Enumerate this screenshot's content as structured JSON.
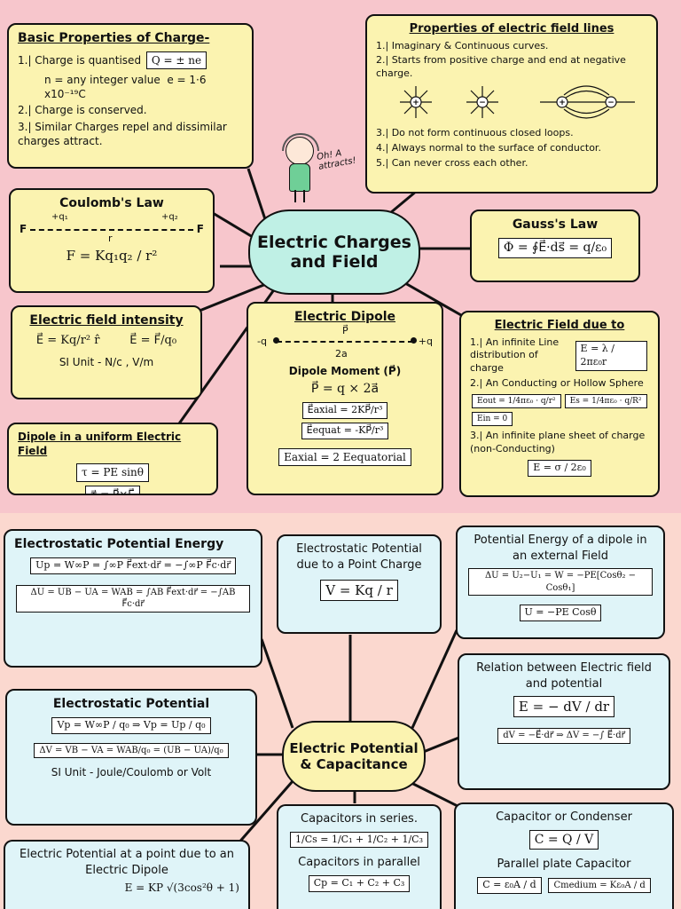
{
  "center_top": {
    "line1": "Electric Charges",
    "line2": "and Field"
  },
  "center_bottom": {
    "line1": "Electric Potential",
    "line2": "& Capacitance"
  },
  "girl_bubble": "Oh! A attracts!",
  "basic": {
    "title": "Basic Properties of Charge-",
    "items": [
      "1.| Charge is quantised",
      "n = any integer value",
      "2.| Charge is conserved.",
      "3.| Similar Charges repel and dissimilar charges attract."
    ],
    "q_formula": "Q = ± ne",
    "e_value": "e = 1·6 x10⁻¹⁹C"
  },
  "field_lines": {
    "title": "Properties of electric field lines",
    "items_a": [
      "1.| Imaginary & Continuous curves.",
      "2.| Starts from positive charge and end at negative charge."
    ],
    "items_b": [
      "3.| Do not form continuous closed loops.",
      "4.| Always normal to the surface of conductor.",
      "5.| Can never cross each other."
    ]
  },
  "coulomb": {
    "title": "Coulomb's Law",
    "f_left": "F",
    "f_right": "F",
    "q1": "+q₁",
    "q2": "+q₂",
    "r": "r",
    "formula": "F = Kq₁q₂ / r²"
  },
  "gauss": {
    "title": "Gauss's Law",
    "formula": "Φ = ∮E⃗·ds⃗ = q/ε₀"
  },
  "intensity": {
    "title": "Electric field intensity",
    "f1": "E⃗ = Kq/r² r̂",
    "f2": "E⃗ = F⃗/q₀",
    "si": "SI Unit - N/c , V/m"
  },
  "dipole": {
    "title": "Electric Dipole",
    "neg": "-q",
    "pos": "+q",
    "p": "P⃗",
    "len": "2a",
    "moment_label": "Dipole Moment (P⃗)",
    "moment": "P⃗ = q × 2a⃗",
    "axial": "E⃗axial = 2KP⃗/r³",
    "equat": "E⃗equat = -KP⃗/r³",
    "relation": "Eaxial = 2 Eequatorial"
  },
  "field_due": {
    "title": "Electric Field due to",
    "item1": "1.| An infinite Line distribution of charge",
    "f1": "E = λ / 2πε₀r",
    "item2": "2.| An Conducting or Hollow Sphere",
    "f2a": "Eout = 1/4πε₀ · q/r²",
    "f2b": "Es = 1/4πε₀ · q/R²",
    "f2c": "Ein = 0",
    "item3": "3.| An infinite plane sheet of charge (non-Conducting)",
    "f3": "E = σ / 2ε₀"
  },
  "uniform": {
    "title": "Dipole in a uniform Electric Field",
    "f1": "τ = PE sinθ",
    "f2": "τ⃗ = P⃗×E⃗"
  },
  "pot_energy": {
    "title": "Electrostatic Potential Energy",
    "f1": "Up = W∞P = ∫∞P F⃗ext·dr⃗ = −∫∞P F⃗c·dr⃗",
    "f2": "ΔU = UB − UA = WAB = ∫AB F⃗ext·dr⃗ = −∫AB F⃗c·dr⃗"
  },
  "pot_point": {
    "title": "Electrostatic Potential due to a Point Charge",
    "formula": "V = Kq / r"
  },
  "dipole_pe": {
    "title": "Potential Energy of a dipole in an external Field",
    "f1": "ΔU = U₂−U₁ = W = −PE[Cosθ₂ − Cosθ₁]",
    "f2": "U = −PE Cosθ"
  },
  "pot": {
    "title": "Electrostatic Potential",
    "f1": "Vp = W∞P / q₀  ⇒  Vp = Up / q₀",
    "f2": "ΔV = VB − VA = WAB/q₀ = (UB − UA)/q₀",
    "si": "SI Unit - Joule/Coulomb or Volt"
  },
  "relation": {
    "title": "Relation between Electric field and potential",
    "f1": "E = − dV / dr",
    "f2": "dV = −E⃗·dr⃗  ⇒  ΔV = −∫ E⃗·dr⃗"
  },
  "pot_dipole": {
    "title": "Electric Potential at a point due to an Electric Dipole",
    "partial": "E = KP √(3cos²θ + 1)"
  },
  "capacitors": {
    "series_title": "Capacitors in series.",
    "series": "1/Cs = 1/C₁ + 1/C₂ + 1/C₃",
    "parallel_title": "Capacitors in parallel",
    "parallel": "Cp = C₁ + C₂ + C₃"
  },
  "condenser": {
    "title": "Capacitor or Condenser",
    "f1": "C = Q / V",
    "plate_title": "Parallel plate Capacitor",
    "f2": "C = ε₀A / d",
    "f3": "Cmedium = Kε₀A / d"
  }
}
